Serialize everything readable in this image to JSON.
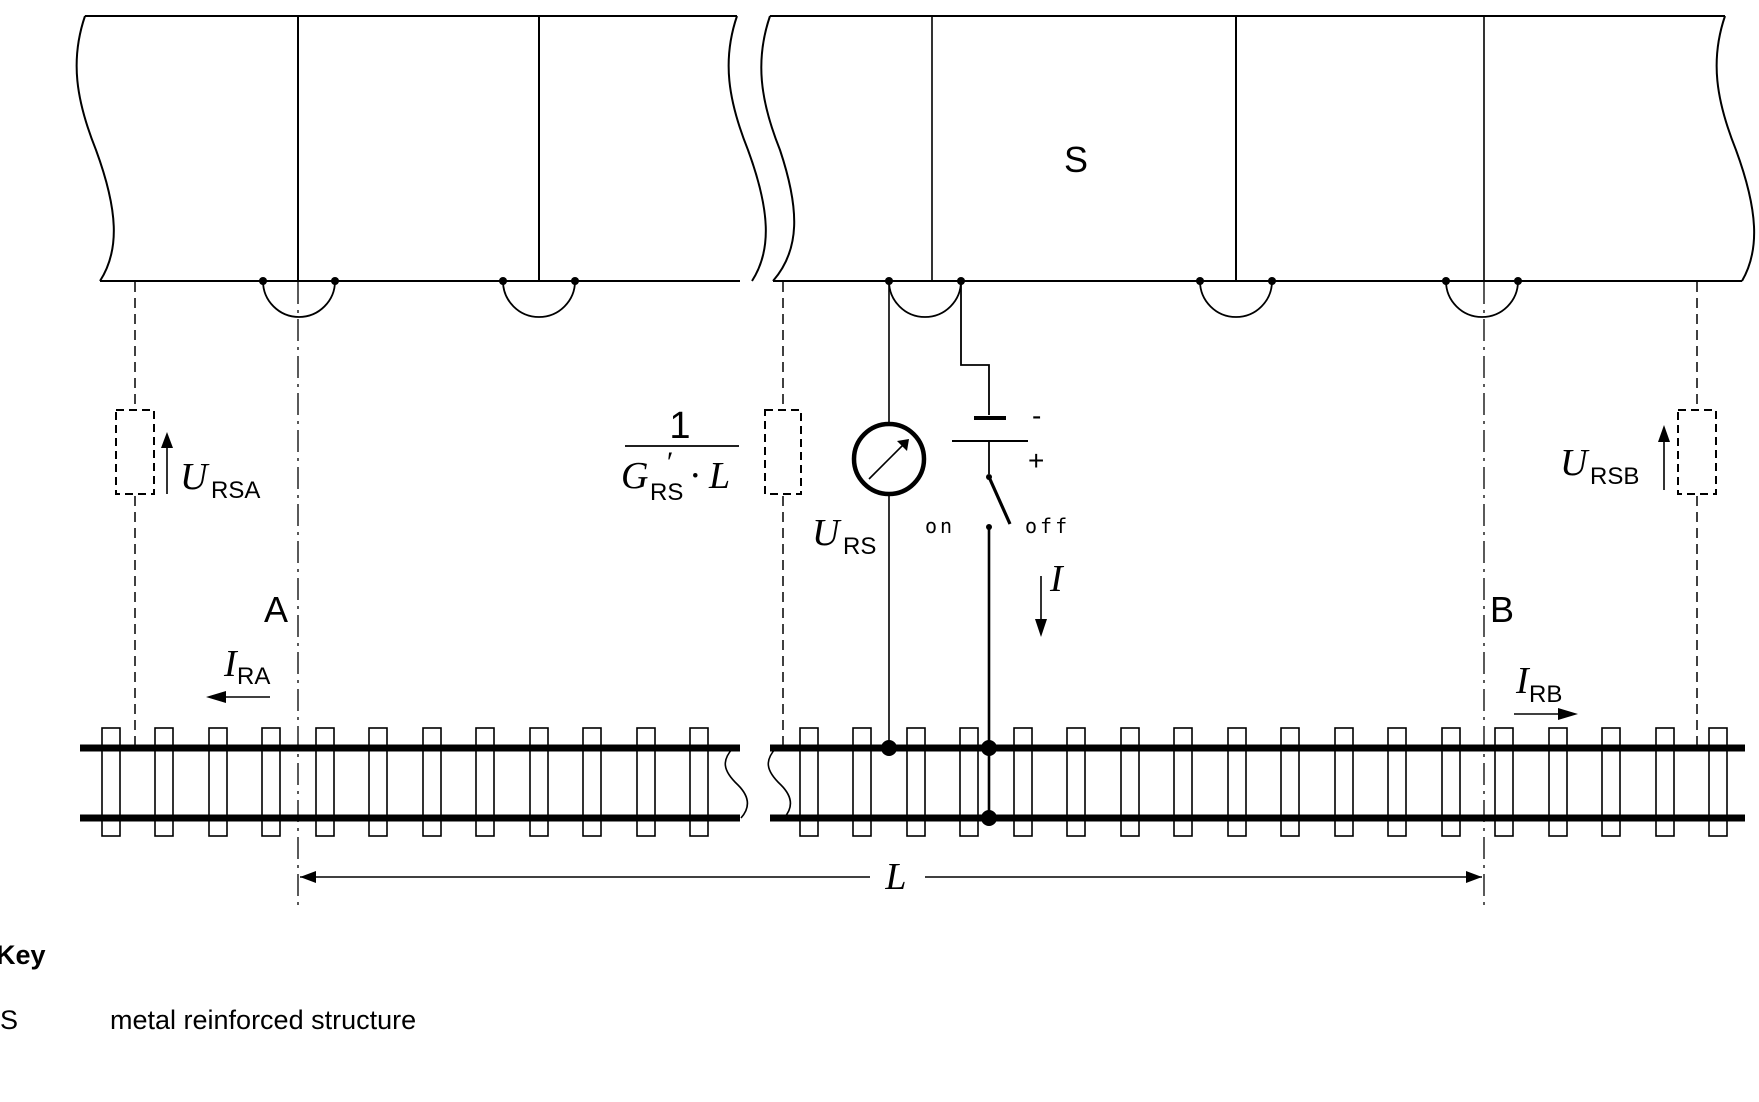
{
  "labels": {
    "structure": "S",
    "point_a": "A",
    "point_b": "B",
    "u_rsa_main": "U",
    "u_rsa_sub": "RSA",
    "u_rsb_main": "U",
    "u_rsb_sub": "RSB",
    "u_rs_main": "U",
    "u_rs_sub": "RS",
    "i_ra_main": "I",
    "i_ra_sub": "RA",
    "i_rb_main": "I",
    "i_rb_sub": "RB",
    "current_i": "I",
    "length_l": "L",
    "minus": "-",
    "plus": "+",
    "switch_on": "on",
    "switch_off": "off",
    "fraction_numerator": "1",
    "fraction_g": "G",
    "fraction_prime": "′",
    "fraction_sub": "RS",
    "fraction_tail": "· L"
  },
  "key": {
    "title": "Key",
    "items": [
      {
        "symbol": "S",
        "text": "metal reinforced structure"
      }
    ]
  },
  "colors": {
    "ink": "#000000",
    "background": "#ffffff"
  }
}
